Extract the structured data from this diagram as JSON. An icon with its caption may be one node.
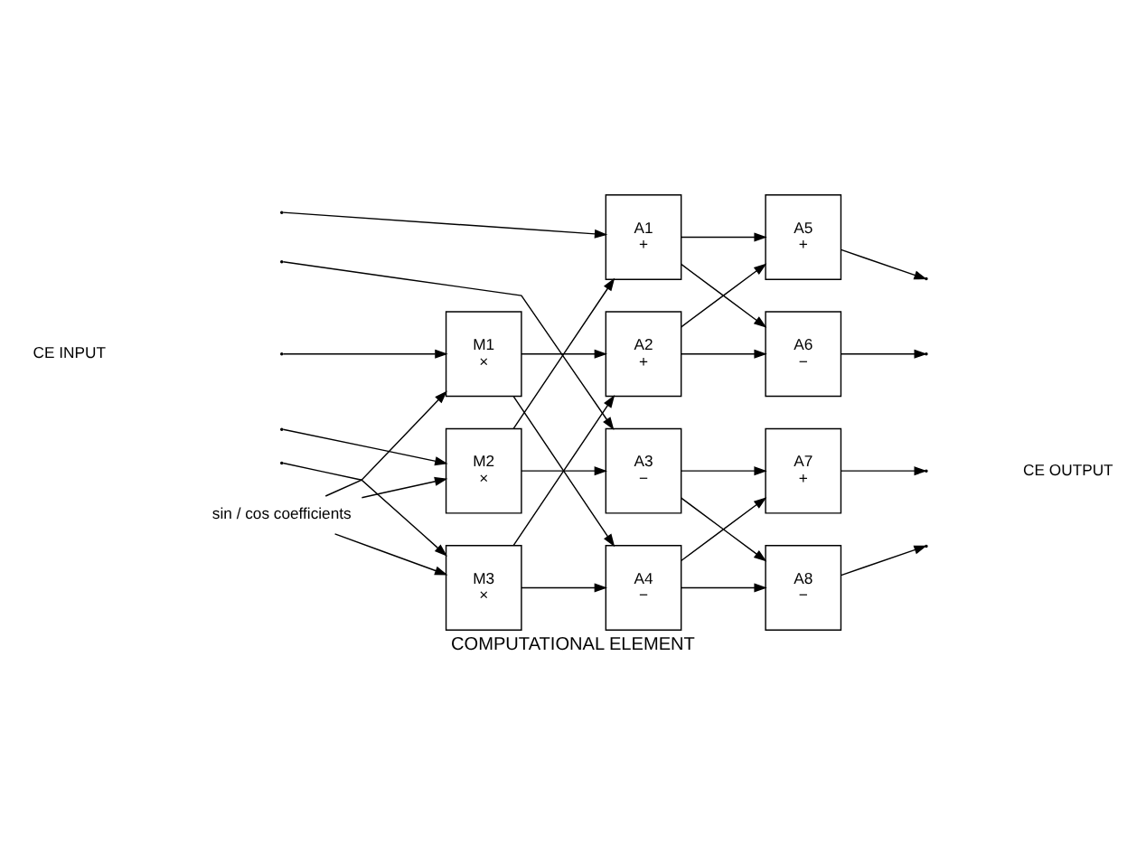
{
  "diagram": {
    "caption": "COMPUTATIONAL ELEMENT",
    "nodes": [
      {
        "text": [
          "M1",
          "×"
        ]
      },
      {
        "text": [
          "M2",
          "×"
        ]
      },
      {
        "text": [
          "M3",
          "×"
        ]
      },
      {
        "text": [
          "A1",
          "+"
        ]
      },
      {
        "text": [
          "A2",
          "+"
        ]
      },
      {
        "text": [
          "A3",
          "−"
        ]
      },
      {
        "text": [
          "A4",
          "−"
        ]
      },
      {
        "text": [
          "A5",
          "+"
        ]
      },
      {
        "text": [
          "A6",
          "−"
        ]
      },
      {
        "text": [
          "A7",
          "+"
        ]
      },
      {
        "text": [
          "A8",
          "−"
        ]
      },
      {
        "text": [
          "sin / cos coefficients"
        ]
      }
    ],
    "edges": [
      {
        "from": null,
        "to": 3,
        "arrow": "to"
      },
      {
        "from": null,
        "to": 5,
        "arrow": "to"
      },
      {
        "from": null,
        "to": 0,
        "arrow": "to"
      },
      {
        "from": null,
        "to": 1,
        "arrow": "to"
      },
      {
        "from": null,
        "to": 2,
        "arrow": "to"
      },
      {
        "from": 11,
        "to": 0,
        "arrow": "to"
      },
      {
        "from": 11,
        "to": 1,
        "arrow": "to"
      },
      {
        "from": 11,
        "to": 2,
        "arrow": "to"
      },
      {
        "from": 0,
        "to": 4,
        "arrow": "to"
      },
      {
        "from": 0,
        "to": 6,
        "arrow": "to"
      },
      {
        "from": 1,
        "to": 3,
        "arrow": "to"
      },
      {
        "from": 1,
        "to": 5,
        "arrow": "to"
      },
      {
        "from": 2,
        "to": 4,
        "arrow": "to"
      },
      {
        "from": 2,
        "to": 6,
        "arrow": "to"
      },
      {
        "from": 3,
        "to": 7,
        "arrow": "to"
      },
      {
        "from": 3,
        "to": 8,
        "arrow": "to"
      },
      {
        "from": 4,
        "to": 7,
        "arrow": "to"
      },
      {
        "from": 4,
        "to": 8,
        "arrow": "to"
      },
      {
        "from": 5,
        "to": 9,
        "arrow": "to"
      },
      {
        "from": 5,
        "to": 10,
        "arrow": "to"
      },
      {
        "from": 6,
        "to": 9,
        "arrow": "to"
      },
      {
        "from": 6,
        "to": 10,
        "arrow": "to"
      },
      {
        "from": 7,
        "to": null,
        "arrow": "to"
      },
      {
        "from": 8,
        "to": null,
        "arrow": "to"
      },
      {
        "from": 9,
        "to": null,
        "arrow": "to"
      },
      {
        "from": 10,
        "to": null,
        "arrow": "to"
      }
    ],
    "labels": [
      "CE INPUT",
      "CE OUTPUT"
    ]
  }
}
